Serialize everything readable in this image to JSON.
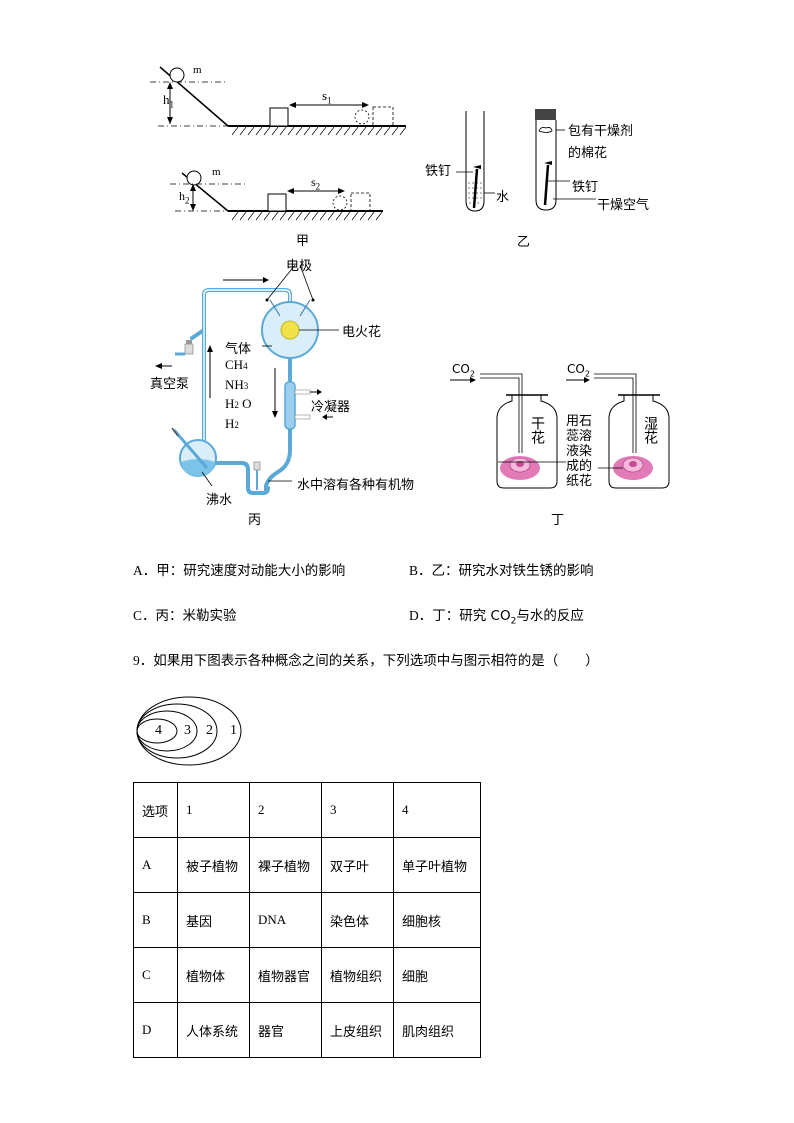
{
  "figure_jia": {
    "mass_label": "m",
    "h1_label": "h",
    "h1_sub": "1",
    "h2_label": "h",
    "h2_sub": "2",
    "s1_label": "s",
    "s1_sub": "1",
    "s2_label": "s",
    "s2_sub": "2",
    "caption": "甲"
  },
  "figure_yi": {
    "nail_left": "铁钉",
    "water": "水",
    "cotton_line1": "包有干燥剂",
    "cotton_line2": "的棉花",
    "nail_right": "铁钉",
    "dry_air": "干燥空气",
    "caption": "乙"
  },
  "figure_bing": {
    "electrode": "电极",
    "spark": "电火花",
    "gas": "气体",
    "gas_list": [
      {
        "base": "CH",
        "sub": "4"
      },
      {
        "base": "NH",
        "sub": "3"
      },
      {
        "base": "H",
        "sub": "2",
        "tail": "O"
      },
      {
        "base": "H",
        "sub": "2"
      }
    ],
    "vacuum_pump": "真空泵",
    "condenser": "冷凝器",
    "boiling_water": "沸水",
    "organics": "水中溶有各种有机物",
    "caption": "丙"
  },
  "figure_ding": {
    "co2_base": "CO",
    "co2_sub": "2",
    "dry_flower": "干花",
    "wet_flower": "湿花",
    "litmus_flower": [
      "用石",
      "蕊溶",
      "液染",
      "成的",
      "纸花"
    ],
    "caption": "丁"
  },
  "options_q8": [
    {
      "letter": "A．",
      "text": "甲：研究速度对动能大小的影响"
    },
    {
      "letter": "B．",
      "text": "乙：研究水对铁生锈的影响"
    },
    {
      "letter": "C．",
      "text": "丙：米勒实验"
    },
    {
      "letter": "D．",
      "text": "丁：研究 CO",
      "sub": "2",
      "tail": "与水的反应"
    }
  ],
  "question9": {
    "number": "9．",
    "text": "如果用下图表示各种概念之间的关系，下列选项中与图示相符的是（　　）",
    "ellipse_labels": [
      "4",
      "3",
      "2",
      "1"
    ]
  },
  "table": {
    "header": [
      "选项",
      "1",
      "2",
      "3",
      "4"
    ],
    "rows": [
      [
        "A",
        "被子植物",
        "裸子植物",
        "双子叶",
        "单子叶植物"
      ],
      [
        "B",
        "基因",
        "DNA",
        "染色体",
        "细胞核"
      ],
      [
        "C",
        "植物体",
        "植物器官",
        "植物组织",
        "细胞"
      ],
      [
        "D",
        "人体系统",
        "器官",
        "上皮组织",
        "肌肉组织"
      ]
    ]
  },
  "colors": {
    "glass_blue": "#5aa9d6",
    "liquid_blue": "#7cc3ea",
    "flask_fill": "#d9eef9",
    "spark_yellow": "#f2e24a",
    "flower_pink": "#e27ab8"
  }
}
